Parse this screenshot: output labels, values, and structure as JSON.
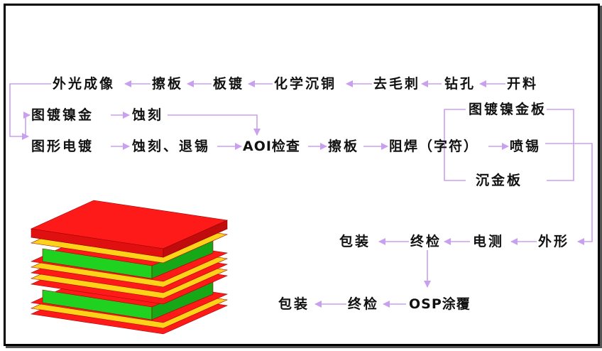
{
  "steps": {
    "cutting": "开料",
    "drilling": "钻孔",
    "deburr": "去毛刺",
    "electroless": "化学沉铜",
    "panel_plating": "板镀",
    "scrub1": "擦板",
    "imaging": "外光成像",
    "pattern_ni_au": "图镀镍金",
    "etch1": "蚀刻",
    "pattern_plating": "图形电镀",
    "etch_strip": "蚀刻、退锡",
    "aoi": "AOI检查",
    "scrub2": "擦板",
    "soldermask": "阻焊（字符）",
    "ni_au_board": "图镀镍金板",
    "hasl": "喷锡",
    "immersion_au": "沉金板",
    "profiling": "外形",
    "etest": "电测",
    "final_insp1": "终检",
    "packing1": "包装",
    "osp": "OSP涂覆",
    "final_insp2": "终检",
    "packing2": "包装"
  },
  "colors": {
    "arrow": "#c9a0f0",
    "layer_red": "#ff1a1a",
    "layer_yellow": "#ffd21a",
    "layer_green": "#1fd21f"
  }
}
